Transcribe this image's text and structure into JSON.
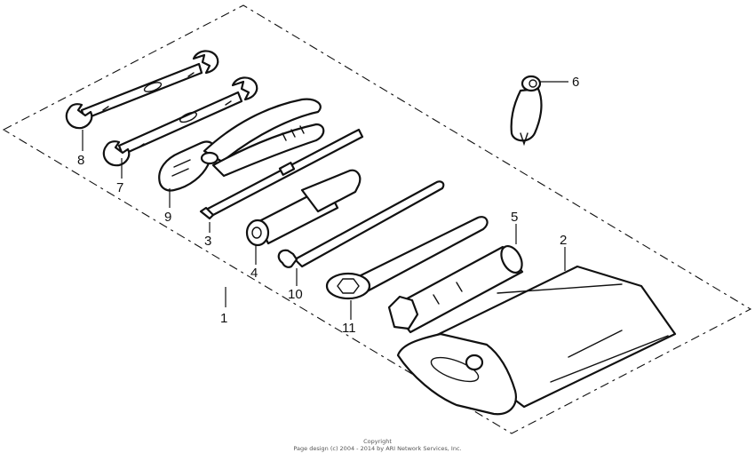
{
  "callouts": {
    "c1": "1",
    "c2": "2",
    "c3": "3",
    "c4": "4",
    "c5": "5",
    "c6": "6",
    "c7": "7",
    "c8": "8",
    "c9": "9",
    "c10": "10",
    "c11": "11"
  },
  "footer": {
    "label": "Copyright",
    "line": "Page design (c) 2004 - 2014 by ARI Network Services, Inc."
  }
}
